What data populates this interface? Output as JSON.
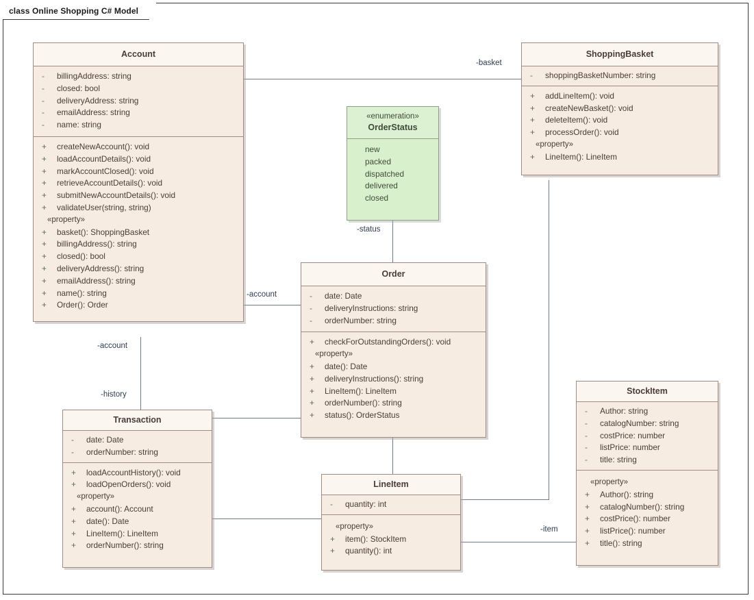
{
  "diagram": {
    "frame_label": "class Online Shopping C# Model",
    "kind": "uml-class-diagram"
  },
  "colors": {
    "class_fill": "#f7ece1",
    "class_header_fill": "#fcf6f0",
    "class_border": "#9e8b84",
    "enum_fill": "#d9f0cd",
    "enum_header_fill": "#dcf0d2",
    "enum_border": "#8f9e8a",
    "connector": "#6b7c93",
    "text": "#4a3b36",
    "frame_border": "#3a3a3a"
  },
  "classes": {
    "account": {
      "name": "Account",
      "attributes": [
        {
          "vis": "-",
          "text": "billingAddress: string"
        },
        {
          "vis": "-",
          "text": "closed: bool"
        },
        {
          "vis": "-",
          "text": "deliveryAddress: string"
        },
        {
          "vis": "-",
          "text": "emailAddress: string"
        },
        {
          "vis": "-",
          "text": "name: string"
        }
      ],
      "operations": [
        {
          "vis": "+",
          "text": "createNewAccount(): void"
        },
        {
          "vis": "+",
          "text": "loadAccountDetails(): void"
        },
        {
          "vis": "+",
          "text": "markAccountClosed(): void"
        },
        {
          "vis": "+",
          "text": "retrieveAccountDetails(): void"
        },
        {
          "vis": "+",
          "text": "submitNewAccountDetails(): void"
        },
        {
          "vis": "+",
          "text": "validateUser(string, string)"
        }
      ],
      "property_stereotype": "«property»",
      "properties": [
        {
          "vis": "+",
          "text": "basket(): ShoppingBasket"
        },
        {
          "vis": "+",
          "text": "billingAddress(): string"
        },
        {
          "vis": "+",
          "text": "closed(): bool"
        },
        {
          "vis": "+",
          "text": "deliveryAddress(): string"
        },
        {
          "vis": "+",
          "text": "emailAddress(): string"
        },
        {
          "vis": "+",
          "text": "name(): string"
        },
        {
          "vis": "+",
          "text": "Order(): Order"
        }
      ]
    },
    "shopping_basket": {
      "name": "ShoppingBasket",
      "attributes": [
        {
          "vis": "-",
          "text": "shoppingBasketNumber: string"
        }
      ],
      "operations": [
        {
          "vis": "+",
          "text": "addLineItem(): void"
        },
        {
          "vis": "+",
          "text": "createNewBasket(): void"
        },
        {
          "vis": "+",
          "text": "deleteItem(): void"
        },
        {
          "vis": "+",
          "text": "processOrder(): void"
        }
      ],
      "property_stereotype": "«property»",
      "properties": [
        {
          "vis": "+",
          "text": "LineItem(): LineItem"
        }
      ]
    },
    "order_status": {
      "stereotype": "«enumeration»",
      "name": "OrderStatus",
      "literals": [
        {
          "text": "new"
        },
        {
          "text": "packed"
        },
        {
          "text": "dispatched"
        },
        {
          "text": "delivered"
        },
        {
          "text": "closed"
        }
      ]
    },
    "order": {
      "name": "Order",
      "attributes": [
        {
          "vis": "-",
          "text": "date: Date"
        },
        {
          "vis": "-",
          "text": "deliveryInstructions: string"
        },
        {
          "vis": "-",
          "text": "orderNumber: string"
        }
      ],
      "operations": [
        {
          "vis": "+",
          "text": "checkForOutstandingOrders(): void"
        }
      ],
      "property_stereotype": "«property»",
      "properties": [
        {
          "vis": "+",
          "text": "date(): Date"
        },
        {
          "vis": "+",
          "text": "deliveryInstructions(): string"
        },
        {
          "vis": "+",
          "text": "LineItem(): LineItem"
        },
        {
          "vis": "+",
          "text": "orderNumber(): string"
        },
        {
          "vis": "+",
          "text": "status(): OrderStatus"
        }
      ]
    },
    "transaction": {
      "name": "Transaction",
      "attributes": [
        {
          "vis": "-",
          "text": "date: Date"
        },
        {
          "vis": "-",
          "text": "orderNumber: string"
        }
      ],
      "operations": [
        {
          "vis": "+",
          "text": "loadAccountHistory(): void"
        },
        {
          "vis": "+",
          "text": "loadOpenOrders(): void"
        }
      ],
      "property_stereotype": "«property»",
      "properties": [
        {
          "vis": "+",
          "text": "account(): Account"
        },
        {
          "vis": "+",
          "text": "date(): Date"
        },
        {
          "vis": "+",
          "text": "LineItem(): LineItem"
        },
        {
          "vis": "+",
          "text": "orderNumber(): string"
        }
      ]
    },
    "line_item": {
      "name": "LineItem",
      "attributes": [
        {
          "vis": "-",
          "text": "quantity: int"
        }
      ],
      "property_stereotype": "«property»",
      "properties": [
        {
          "vis": "+",
          "text": "item(): StockItem"
        },
        {
          "vis": "+",
          "text": "quantity(): int"
        }
      ]
    },
    "stock_item": {
      "name": "StockItem",
      "attributes": [
        {
          "vis": "-",
          "text": "Author: string"
        },
        {
          "vis": "-",
          "text": "catalogNumber: string"
        },
        {
          "vis": "-",
          "text": "costPrice: number"
        },
        {
          "vis": "-",
          "text": "listPrice: number"
        },
        {
          "vis": "-",
          "text": "title: string"
        }
      ],
      "property_stereotype": "«property»",
      "properties": [
        {
          "vis": "+",
          "text": "Author(): string"
        },
        {
          "vis": "+",
          "text": "catalogNumber(): string"
        },
        {
          "vis": "+",
          "text": "costPrice(): number"
        },
        {
          "vis": "+",
          "text": "listPrice(): number"
        },
        {
          "vis": "+",
          "text": "title(): string"
        }
      ]
    }
  },
  "connector_labels": {
    "basket": "-basket",
    "status": "-status",
    "account_order": "-account",
    "account_transaction": "-account",
    "history": "-history",
    "item": "-item"
  }
}
